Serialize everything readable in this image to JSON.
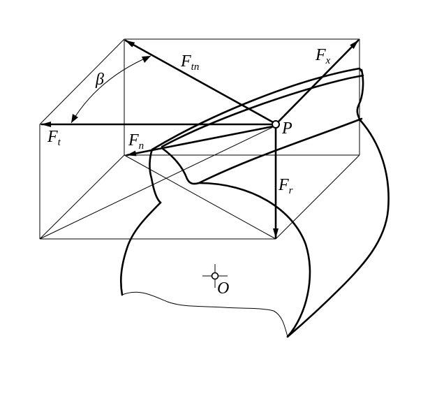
{
  "labels": {
    "ftn": {
      "main": "F",
      "sub": "tn"
    },
    "fx": {
      "main": "F",
      "sub": "x"
    },
    "ft": {
      "main": "F",
      "sub": "t"
    },
    "fn": {
      "main": "F",
      "sub": "n"
    },
    "fr": {
      "main": "F",
      "sub": "r"
    },
    "p": "P",
    "o": "O",
    "beta": "β"
  }
}
